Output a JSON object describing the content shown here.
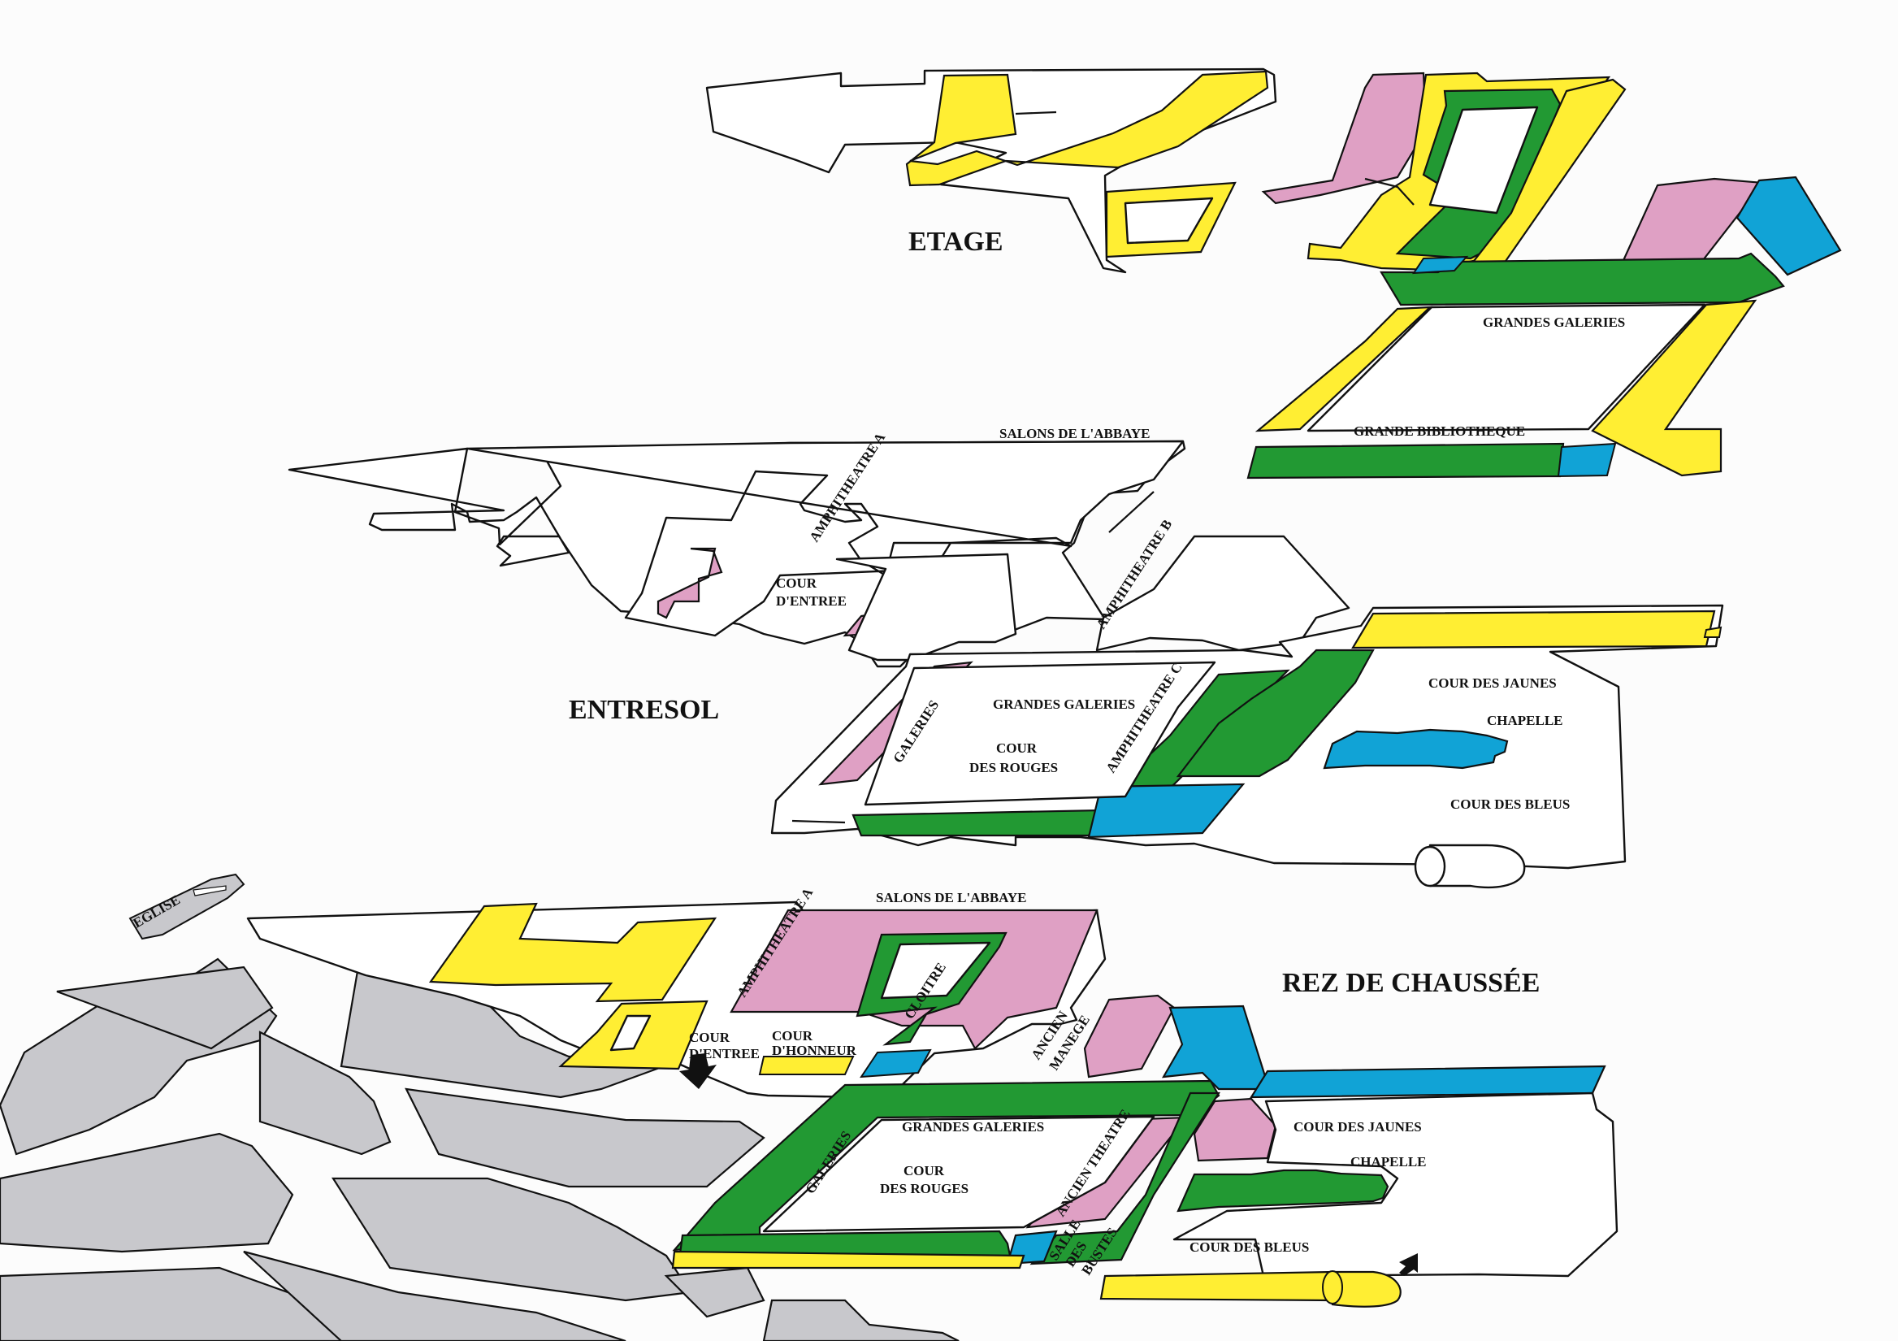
{
  "colors": {
    "yellow": "#ffee33",
    "pink": "#dfa0c4",
    "green": "#229933",
    "blue": "#11a3d6",
    "grey": "#c8c8cc",
    "line": "#111111",
    "paper": "#fcfcfc"
  },
  "levels": {
    "etage": "ETAGE",
    "entresol": "ENTRESOL",
    "rez": "REZ DE CHAUSSÉE"
  },
  "etage": {
    "grandes_galeries": "GRANDES GALERIES",
    "grande_bibliotheque": "GRANDE BIBLIOTHEQUE"
  },
  "entresol": {
    "salons_abbaye": "SALONS DE L'ABBAYE",
    "amphitheatre_a": "AMPHITHEATRE A",
    "amphitheatre_b": "AMPHITHEATRE B",
    "amphitheatre_c": "AMPHITHEATRE C",
    "cour_entree_1": "COUR",
    "cour_entree_2": "D'ENTREE",
    "grandes_galeries": "GRANDES GALERIES",
    "galeries": "GALERIES",
    "cour_rouges_1": "COUR",
    "cour_rouges_2": "DES ROUGES",
    "cour_jaunes": "COUR DES JAUNES",
    "chapelle": "CHAPELLE",
    "cour_bleus": "COUR DES BLEUS"
  },
  "rez": {
    "eglise": "EGLISE",
    "salons_abbaye": "SALONS DE L'ABBAYE",
    "amphitheatre_a": "AMPHITHEATRE A",
    "cloitre": "CLOITRE",
    "cour_entree_1": "COUR",
    "cour_entree_2": "D'ENTREE",
    "cour_honneur_1": "COUR",
    "cour_honneur_2": "D'HONNEUR",
    "ancien_manege_1": "ANCIEN",
    "ancien_manege_2": "MANEGE",
    "grandes_galeries": "GRANDES GALERIES",
    "galeries": "GALERIES",
    "cour_rouges_1": "COUR",
    "cour_rouges_2": "DES ROUGES",
    "ancien_theatre": "ANCIEN THEATRE",
    "salle_bustes_1": "SALLE",
    "salle_bustes_2": "DES",
    "salle_bustes_3": "BUSTES",
    "cour_jaunes": "COUR DES JAUNES",
    "chapelle": "CHAPELLE",
    "cour_bleus": "COUR DES BLEUS"
  },
  "icons": [
    "entrance-arrow-icon",
    "entrance-arrow-icon"
  ]
}
